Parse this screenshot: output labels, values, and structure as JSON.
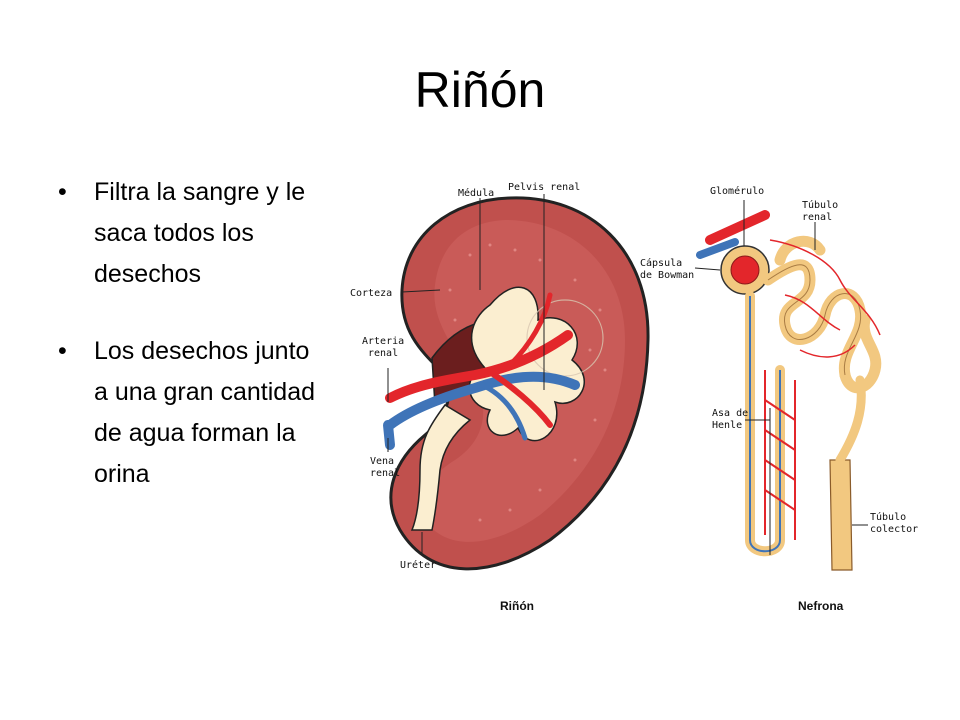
{
  "slide": {
    "title": "Riñón",
    "bullets": [
      "Filtra la sangre y le saca todos los desechos",
      "Los desechos junto a una gran cantidad de agua forman la orina"
    ]
  },
  "diagram": {
    "kidney_labels": {
      "medula": "Médula",
      "pelvis": "Pelvis renal",
      "corteza": "Corteza",
      "arteria_l1": "Arteria",
      "arteria_l2": "renal",
      "vena_l1": "Vena",
      "vena_l2": "renal",
      "ureter": "Uréter",
      "caption": "Riñón"
    },
    "nephron_labels": {
      "glomerulo": "Glomérulo",
      "tubulo_renal_l1": "Túbulo",
      "tubulo_renal_l2": "renal",
      "capsula_l1": "Cápsula",
      "capsula_l2": "de Bowman",
      "asa_l1": "Asa de",
      "asa_l2": "Henle",
      "colector_l1": "Túbulo",
      "colector_l2": "colector",
      "caption": "Nefrona"
    },
    "colors": {
      "kidney_body": "#c0504d",
      "kidney_dark": "#6b1e1e",
      "artery": "#e3262b",
      "vein": "#3f74b8",
      "tubule": "#f2c880",
      "pelvis": "#fbeed0"
    }
  }
}
